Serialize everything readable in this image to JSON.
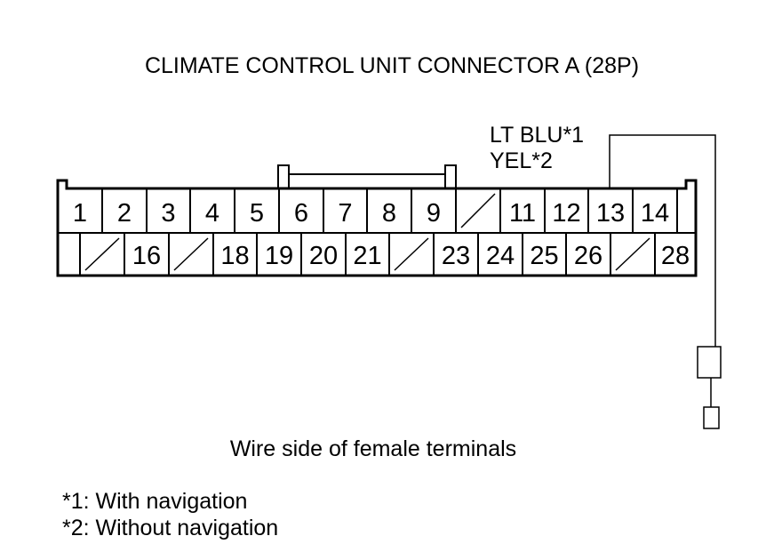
{
  "title": "CLIMATE CONTROL UNIT CONNECTOR A (28P)",
  "top_row": [
    "1",
    "2",
    "3",
    "4",
    "5",
    "6",
    "7",
    "8",
    "9",
    "",
    "11",
    "12",
    "13",
    "14",
    ""
  ],
  "bottom_row": [
    "",
    "",
    "16",
    "",
    "18",
    "19",
    "20",
    "21",
    "",
    "23",
    "24",
    "25",
    "26",
    "",
    "28"
  ],
  "wire": {
    "terminal": "13",
    "color_1": "LT BLU*1",
    "color_2": "YEL*2"
  },
  "caption": "Wire side of female terminals",
  "notes": [
    "*1: With navigation",
    "*2: Without navigation"
  ]
}
